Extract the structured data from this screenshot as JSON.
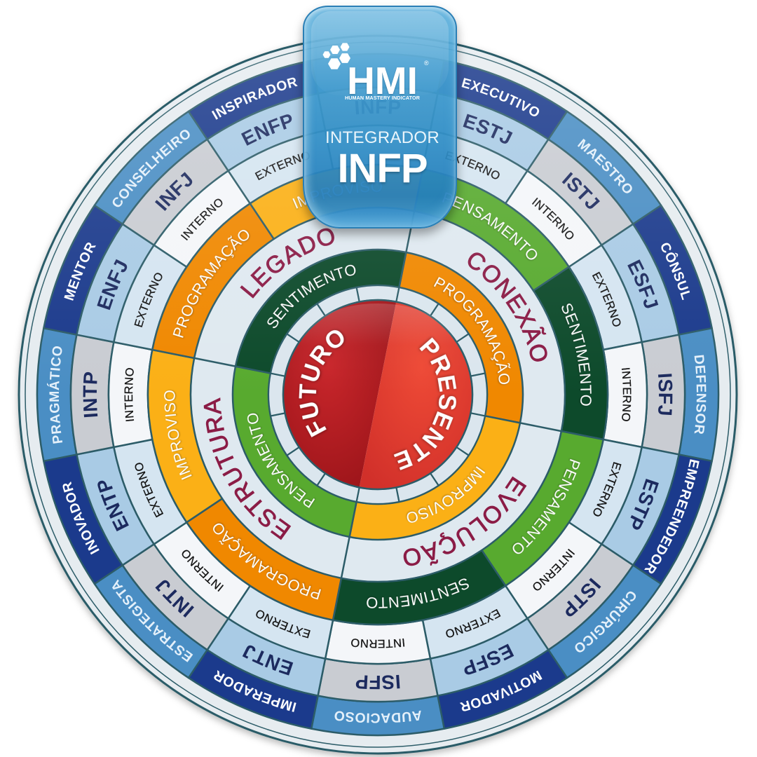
{
  "badge": {
    "logo": {
      "icon": "honeycomb-hexagons-icon",
      "text": "HMI",
      "registered": "®",
      "tagline": "HUMAN MASTERY INDICATOR"
    },
    "role": "INTEGRADOR",
    "type": "INFP"
  },
  "wheel": {
    "roles": [
      "",
      "EXECUTIVO",
      "MAESTRO",
      "CÔNSUL",
      "DEFENSOR",
      "EMPREENDEDOR",
      "CIRÚRGICO",
      "MOTIVADOR",
      "AUDACIOSO",
      "IMPERADOR",
      "ESTRATEGISTA",
      "INOVADOR",
      "PRAGMÁTICO",
      "MENTOR",
      "CONSELHEIRO",
      "INSPIRADOR"
    ],
    "types": [
      "INFP",
      "ESTJ",
      "ISTJ",
      "ESFJ",
      "ISFJ",
      "ESTP",
      "ISTP",
      "ESFP",
      "ISFP",
      "ENTJ",
      "INTJ",
      "ENTP",
      "INTP",
      "ENFJ",
      "INFJ",
      "ENFP"
    ],
    "orientations": [
      "",
      "EXTERNO",
      "INTERNO",
      "EXTERNO",
      "INTERNO",
      "EXTERNO",
      "INTERNO",
      "EXTERNO",
      "INTERNO",
      "EXTERNO",
      "INTERNO",
      "EXTERNO",
      "INTERNO",
      "EXTERNO",
      "INTERNO",
      "EXTERNO"
    ],
    "functions": [
      "PENSAMENTO",
      "SENTIMENTO",
      "PENSAMENTO",
      "SENTIMENTO",
      "PROGRAMAÇÃO",
      "IMPROVISO",
      "PROGRAMAÇÃO",
      "IMPROVISO"
    ],
    "quadrants": [
      "CONEXÃO",
      "EVOLUÇÃO",
      "ESTRUTURA",
      "LEGADO"
    ],
    "inner_functions": [
      "PROGRAMAÇÃO",
      "IMPROVISO",
      "PENSAMENTO",
      "SENTIMENTO"
    ],
    "center": {
      "left": "FUTURO",
      "right": "PRESENTE"
    }
  },
  "palette": {
    "role_extravert": "#1b3a8c",
    "role_introvert": "#4a8ec4",
    "type_extravert": "#a9cbe5",
    "type_introvert": "#c9ccd2",
    "orient_externo": "#d5e5f1",
    "orient_interno": "#f4f6f9",
    "pensamento": "#58aa2f",
    "sentimento": "#0d4a2b",
    "programacao": "#f08800",
    "improviso": "#fbb016",
    "quadrant_band": "#dfe9f0",
    "quadrant_text": "#8b1c46",
    "tick_ring": "#dbe6ee",
    "rim": "#e6ecf0",
    "line": "#2c5c68",
    "badge": "#3a97cc"
  }
}
